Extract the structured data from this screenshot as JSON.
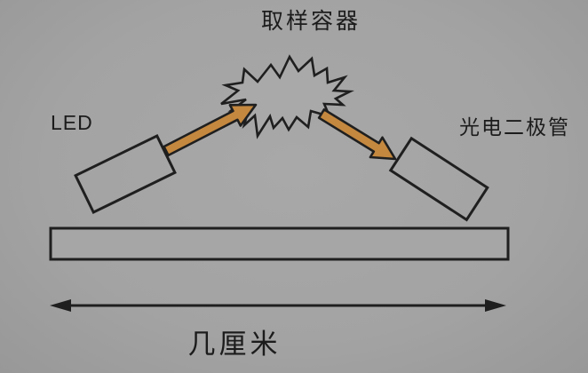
{
  "diagram": {
    "description_labels": {
      "sample_container": "取样容器",
      "led": "LED",
      "photodiode": "光电二极管",
      "distance": "几厘米"
    },
    "colors": {
      "background": "#a3a3a3",
      "outline": "#1f1f1f",
      "beam_arrow_fill": "#c4883f",
      "text": "#1c1c1c"
    },
    "icons": {
      "starburst": "scatter-burst-icon",
      "beam_in": "light-beam-arrow",
      "beam_out": "scattered-beam-arrow",
      "distance_arrow": "double-headed-arrow"
    }
  }
}
